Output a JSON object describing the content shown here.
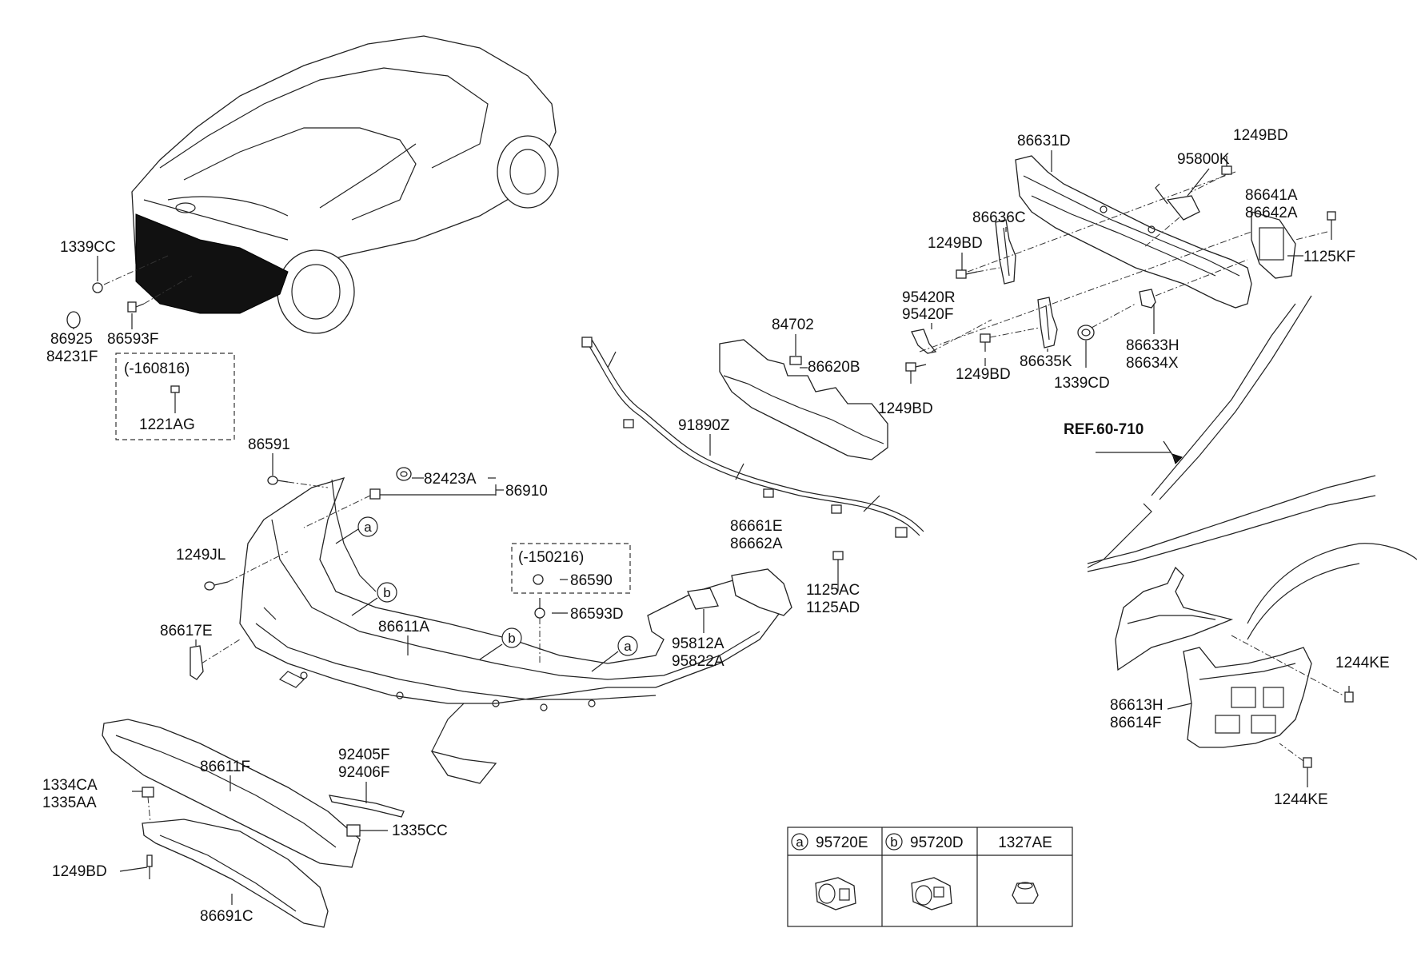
{
  "labels": {
    "l1339CC": "1339CC",
    "l86925": "86925",
    "l84231F": "84231F",
    "l86593F": "86593F",
    "l160816": "(-160816)",
    "l1221AG": "1221AG",
    "l86591": "86591",
    "l82423A": "82423A",
    "l86910": "86910",
    "l1249JL": "1249JL",
    "l150216": "(-150216)",
    "l86590": "86590",
    "l86593D": "86593D",
    "l86611A": "86611A",
    "l86617E": "86617E",
    "l86611F": "86611F",
    "l1334CA": "1334CA",
    "l1335AA": "1335AA",
    "l1335CC": "1335CC",
    "l1249BD_a": "1249BD",
    "l86691C": "86691C",
    "l92405F": "92405F",
    "l92406F": "92406F",
    "l91890Z": "91890Z",
    "l84702": "84702",
    "l86620B": "86620B",
    "l86661E": "86661E",
    "l86662A": "86662A",
    "l1125AC": "1125AC",
    "l1125AD": "1125AD",
    "l95812A": "95812A",
    "l95822A": "95822A",
    "l86631D": "86631D",
    "l95800K": "95800K",
    "l1249BD_b": "1249BD",
    "l86641A": "86641A",
    "l86642A": "86642A",
    "l1125KF": "1125KF",
    "l86636C": "86636C",
    "l1249BD_c": "1249BD",
    "l95420R": "95420R",
    "l95420F": "95420F",
    "l1249BD_d": "1249BD",
    "l86635K": "86635K",
    "l1339CD": "1339CD",
    "l86633H": "86633H",
    "l86634X": "86634X",
    "l1249BD_e": "1249BD",
    "lREF": "REF.60-710",
    "l1244KE_a": "1244KE",
    "l86613H": "86613H",
    "l86614F": "86614F",
    "l1244KE_b": "1244KE"
  },
  "callouts": {
    "a": "a",
    "b": "b"
  },
  "legend": {
    "col1_code": "95720E",
    "col2_code": "95720D",
    "col3_code": "1327AE"
  }
}
